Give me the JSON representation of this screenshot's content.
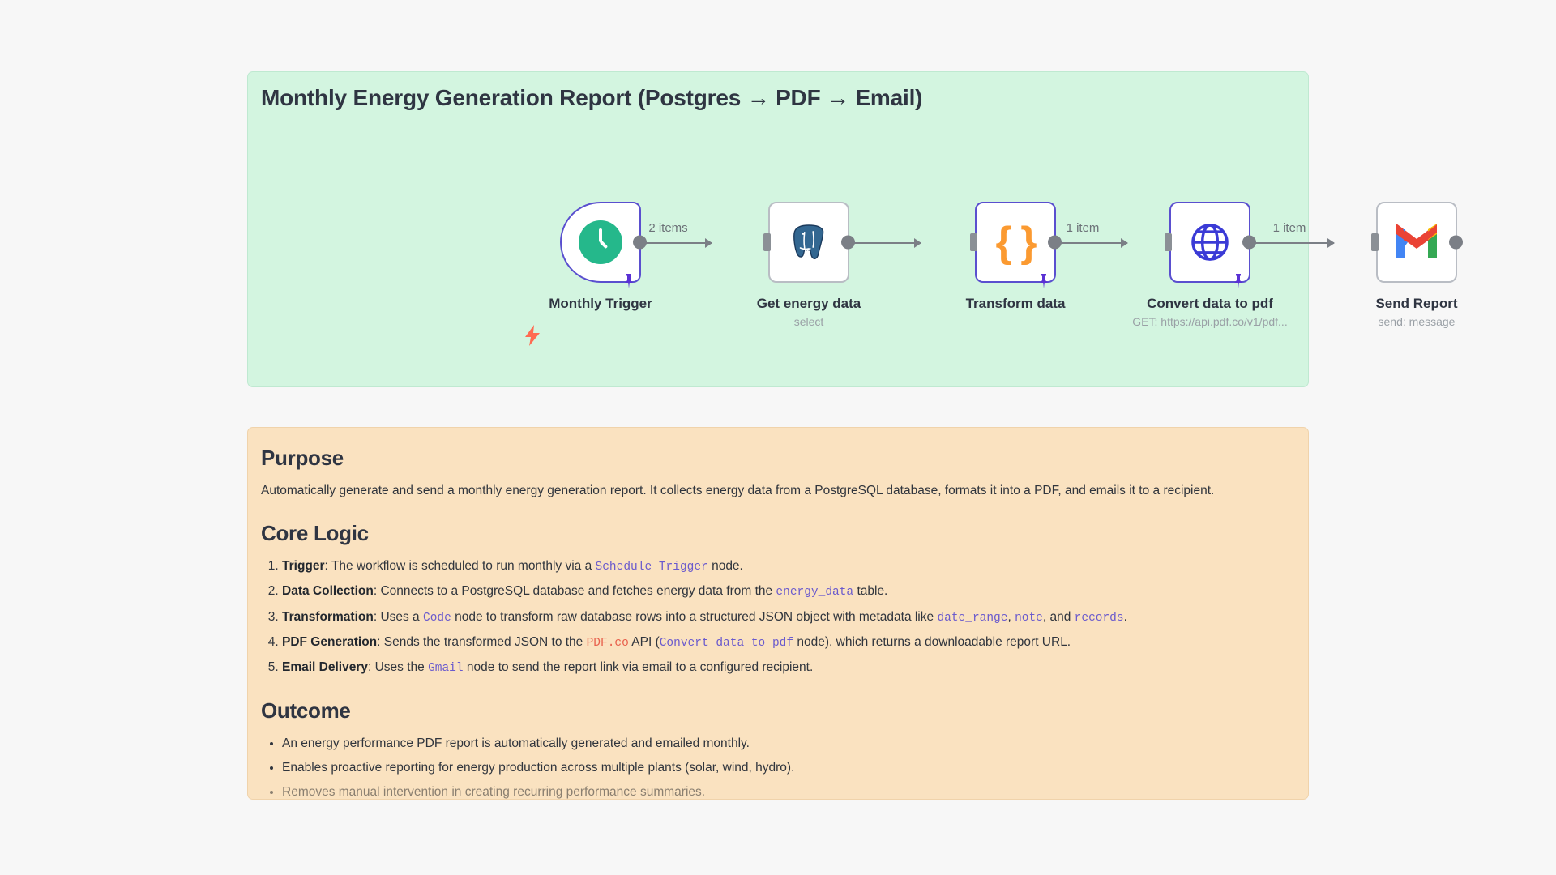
{
  "canvas": {
    "title": "Monthly Energy Generation Report (Postgres → PDF → Email)",
    "trigger_icon": "lightning-bolt-icon",
    "nodes": [
      {
        "title": "Monthly Trigger",
        "subtitle": "",
        "icon": "clock-icon",
        "shape": "trigger",
        "accent": true,
        "pinned": true
      },
      {
        "title": "Get energy data",
        "subtitle": "select",
        "icon": "postgres-icon",
        "shape": "box",
        "accent": false,
        "pinned": false
      },
      {
        "title": "Transform data",
        "subtitle": "",
        "icon": "code-braces-icon",
        "shape": "box",
        "accent": true,
        "pinned": true
      },
      {
        "title": "Convert data to pdf",
        "subtitle": "GET: https://api.pdf.co/v1/pdf...",
        "icon": "globe-icon",
        "shape": "box",
        "accent": true,
        "pinned": true
      },
      {
        "title": "Send Report",
        "subtitle": "send: message",
        "icon": "gmail-icon",
        "shape": "box",
        "accent": false,
        "pinned": false
      }
    ],
    "edges": [
      {
        "label": "2 items"
      },
      {
        "label": ""
      },
      {
        "label": "1 item"
      },
      {
        "label": "1 item"
      }
    ]
  },
  "docs": {
    "purpose": {
      "heading": "Purpose",
      "text": "Automatically generate and send a monthly energy generation report. It collects energy data from a PostgreSQL database, formats it into a PDF, and emails it to a recipient."
    },
    "core_logic": {
      "heading": "Core Logic",
      "items": [
        {
          "label": "Trigger",
          "pre": ": The workflow is scheduled to run monthly via a ",
          "code": "Schedule Trigger",
          "post": " node."
        },
        {
          "label": "Data Collection",
          "pre": ": Connects to a PostgreSQL database and fetches energy data from the ",
          "code": "energy_data",
          "post": " table."
        },
        {
          "label": "Transformation",
          "pre": ": Uses a ",
          "code": "Code",
          "post": " node to transform raw database rows into a structured JSON object with metadata like ",
          "code2": "date_range",
          "mid2": ", ",
          "code3": "note",
          "mid3": ", and ",
          "code4": "records",
          "post2": "."
        },
        {
          "label": "PDF Generation",
          "pre": ": Sends the transformed JSON to the ",
          "brand": "PDF.co",
          "mid": " API (",
          "code": "Convert data to pdf",
          "post": " node), which returns a downloadable report URL."
        },
        {
          "label": "Email Delivery",
          "pre": ": Uses the ",
          "code": "Gmail",
          "post": " node to send the report link via email to a configured recipient."
        }
      ]
    },
    "outcome": {
      "heading": "Outcome",
      "items": [
        "An energy performance PDF report is automatically generated and emailed monthly.",
        "Enables proactive reporting for energy production across multiple plants (solar, wind, hydro).",
        "Removes manual intervention in creating recurring performance summaries."
      ]
    }
  },
  "colors": {
    "canvas_bg": "#d3f5e0",
    "docs_bg": "#fae2c0",
    "accent_node": "#5a4fcf",
    "code": "#6a5acd",
    "brand": "#e8604c",
    "page_bg": "#f7f7f7"
  }
}
